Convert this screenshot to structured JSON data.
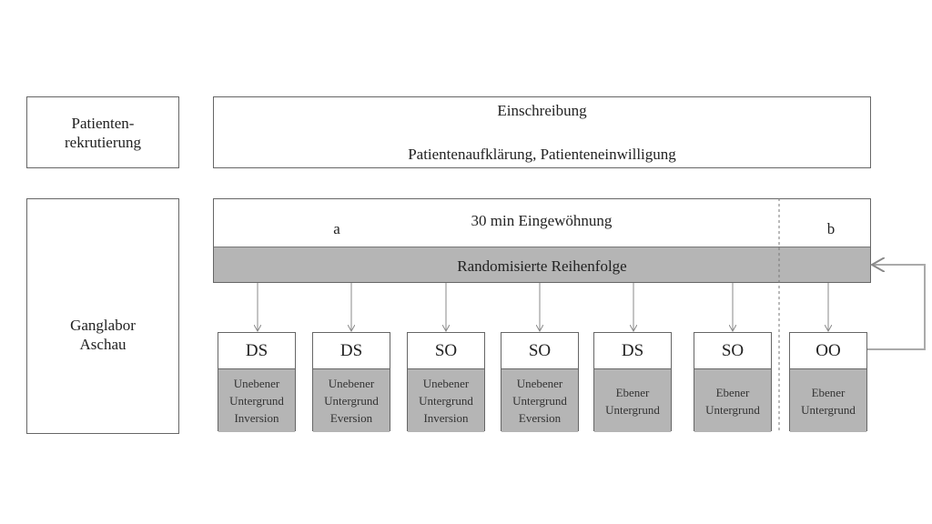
{
  "recruitment": {
    "label": "Patienten-\nrekrutierung",
    "enrollment_title": "Einschreibung",
    "enrollment_detail": "Patientenaufklärung, Patienteneinwilligung"
  },
  "lab": {
    "label": "Ganglabor\nAschau",
    "phase_a": "a",
    "phase_b": "b",
    "acclimatization": "30 min Eingewöhnung",
    "randomized": "Randomisierte Reihenfolge"
  },
  "conditions": [
    {
      "code": "DS",
      "desc": "Unebener\nUntergrund\nInversion"
    },
    {
      "code": "DS",
      "desc": "Unebener\nUntergrund\nEversion"
    },
    {
      "code": "SO",
      "desc": "Unebener\nUntergrund\nInversion"
    },
    {
      "code": "SO",
      "desc": "Unebener\nUntergrund\nEversion"
    },
    {
      "code": "DS",
      "desc": "Ebener\nUntergrund"
    },
    {
      "code": "SO",
      "desc": "Ebener\nUntergrund"
    },
    {
      "code": "OO",
      "desc": "Ebener\nUntergrund"
    }
  ]
}
